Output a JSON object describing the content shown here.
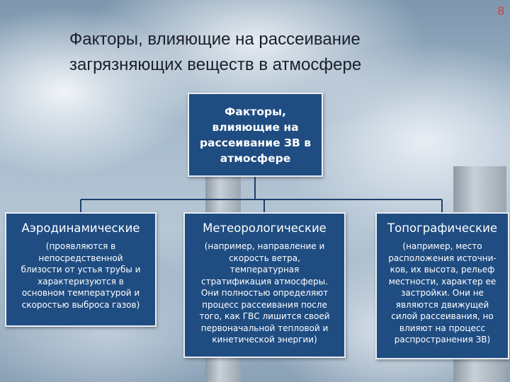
{
  "page_number": "8",
  "title": {
    "lines": [
      "Факторы, влияющие на рассеивание",
      "загрязняющих веществ в атмосфере"
    ]
  },
  "central_node": {
    "lines": [
      "Факторы,",
      "влияющие на",
      "рассеивание ЗВ в",
      "атмосфере"
    ]
  },
  "branches": [
    {
      "title": "Аэродинамические",
      "lines": [
        "(проявляются в",
        "непосредственной",
        "близости от устья трубы и",
        "характеризуются в",
        "основном температурой и",
        "скоростью выброса газов)"
      ]
    },
    {
      "title": "Метеорологические",
      "lines": [
        "(например, направление и",
        "скорость ветра,",
        "температурная",
        "стратификация атмосферы.",
        "Они полностью определяют",
        "процесс рассеивания после",
        "того, как ГВС лишится своей",
        "первоначальной  тепловой и",
        "кинетической энергии)"
      ]
    },
    {
      "title": "Топографические",
      "lines": [
        "(например, место",
        "расположения источни-",
        "ков, их высота, рельеф",
        "местности, характер ее",
        "застройки.  Они не",
        "являются движущей",
        "силой рассеивания,  но",
        "влияют на процесс",
        "распространения ЗВ)"
      ]
    }
  ],
  "colors": {
    "box_fill": "#1f4d82",
    "box_border": "#e9eef5",
    "connector": "#1f3f6b",
    "page_number": "#d4413a"
  }
}
